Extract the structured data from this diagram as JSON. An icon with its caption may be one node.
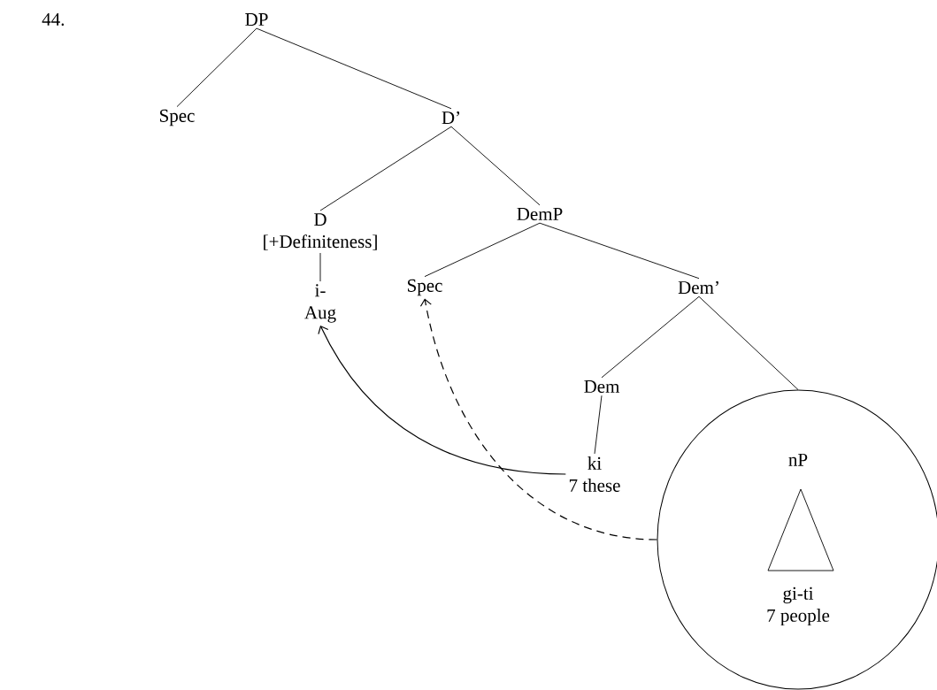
{
  "diagram": {
    "nodes": [
      {
        "text": [
          "DP"
        ]
      },
      {
        "text": [
          "Spec"
        ]
      },
      {
        "text": [
          "D’"
        ]
      },
      {
        "text": [
          "D",
          "[+Definiteness]"
        ]
      },
      {
        "text": [
          "i-",
          "Aug"
        ]
      },
      {
        "text": [
          "DemP"
        ]
      },
      {
        "text": [
          "Spec"
        ]
      },
      {
        "text": [
          "Dem’"
        ]
      },
      {
        "text": [
          "Dem"
        ]
      },
      {
        "text": [
          "ki",
          "7 these"
        ]
      },
      {
        "text": [
          "nP",
          "gi-ti",
          "7 people"
        ]
      }
    ],
    "edges": [
      {
        "from": 0,
        "to": 1,
        "arrow": "none"
      },
      {
        "from": 0,
        "to": 2,
        "arrow": "none"
      },
      {
        "from": 2,
        "to": 3,
        "arrow": "none"
      },
      {
        "from": 2,
        "to": 5,
        "arrow": "none"
      },
      {
        "from": 3,
        "to": 4,
        "arrow": "none"
      },
      {
        "from": 5,
        "to": 6,
        "arrow": "none"
      },
      {
        "from": 5,
        "to": 7,
        "arrow": "none"
      },
      {
        "from": 7,
        "to": 8,
        "arrow": "none"
      },
      {
        "from": 7,
        "to": 10,
        "arrow": "none"
      },
      {
        "from": 8,
        "to": 9,
        "arrow": "none"
      },
      {
        "from": 9,
        "to": 4,
        "arrow": "to"
      },
      {
        "from": 10,
        "to": 6,
        "arrow": "to",
        "style": "dashed"
      }
    ],
    "labels": [
      "44."
    ]
  }
}
